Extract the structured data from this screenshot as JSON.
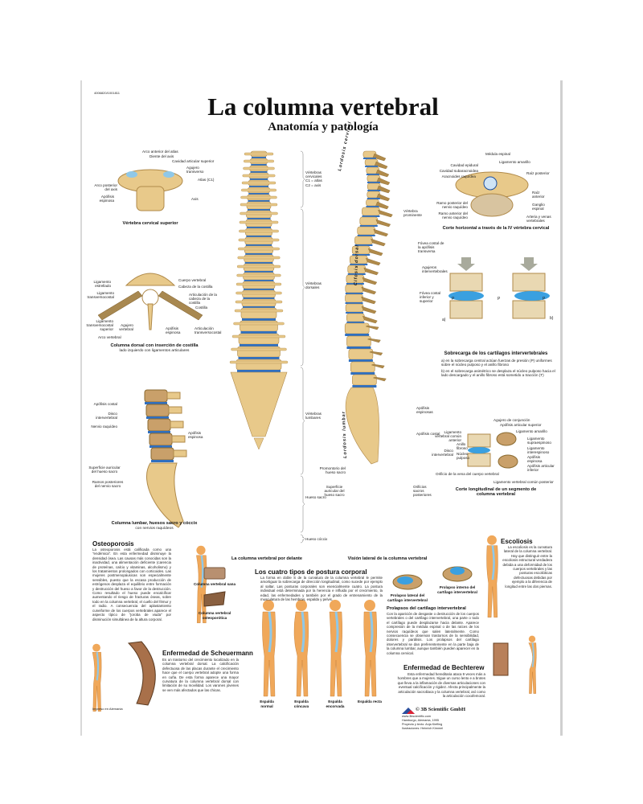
{
  "poster": {
    "code": "4006820/1001811",
    "title": "La columna vertebral",
    "subtitle": "Anatomía y patología",
    "printed": "Impreso en Alemania"
  },
  "cervical_superior": {
    "caption": "Vértebra cervical superior",
    "labels": [
      "Arco anterior del atlas",
      "Diente del axis",
      "Cavidad articular superior",
      "Agujero transverso",
      "Atlas (C1)",
      "Arco posterior del axis",
      "Apófisis espinosa",
      "Axis"
    ]
  },
  "dorsal": {
    "caption": "Columna dorsal con inserción de costilla",
    "subcaption": "lado izquierdo con ligamentos articulares",
    "labels": [
      "Ligamento estrellado",
      "Ligamento transversocostal",
      "Ligamento transversocostal superior",
      "Agujero vertebral",
      "Arco vertebral",
      "Cuerpo vertebral",
      "Cabeza de la costilla",
      "Articulación de la cabeza de la costilla",
      "Costilla",
      "Apófisis espinosa",
      "Articulación transversocostal"
    ]
  },
  "lumbar": {
    "caption": "Columna lumbar, huesos sacro y cóccix",
    "subcaption": "con nervios raquídeos",
    "labels": [
      "Apófisis costal",
      "Disco intervertebral",
      "Nervio raquídeo",
      "Apófisis espinosa",
      "Superficie auricular del hueso sacro",
      "Ramos posteriores del nervio sacro"
    ]
  },
  "front_view": {
    "caption": "La columna vertebral por delante",
    "regions": [
      "Vértebras cervicales C1 = atlas C2 = axis",
      "Vértebras dorsales",
      "Vértebras lumbares",
      "Hueso sacro",
      "Hueso cóccix"
    ]
  },
  "lateral_view": {
    "caption": "Visión lateral de la columna vertebral",
    "curves": [
      "Lordosis cervical",
      "Cifosis dorsal",
      "Lordosis lumbar"
    ],
    "labels": [
      "Vértebra prominente",
      "Fóvea costal de la apófisis transversa",
      "Agujeros intervertebrales",
      "Fóvea costal inferior y superior",
      "Apófisis espinosas",
      "Apófisis costal",
      "Promontorio del hueso sacro",
      "Superficie auricular del hueso sacro",
      "Orificios sacros posteriores"
    ]
  },
  "horizontal_section": {
    "caption": "Corte horizontal a través de la IV vértebra cervical",
    "labels": [
      "Médula espinal",
      "Ligamento amarillo",
      "Cavidad epidural",
      "Cavidad subaracnoidea",
      "Aracnoides raquídea",
      "Raíz posterior",
      "Raíz anterior",
      "Ganglio espinal",
      "Ramo posterior del nervio raquídeo",
      "Ramo anterior del nervio raquídeo",
      "Arteria y venas vertebrales"
    ]
  },
  "overload": {
    "caption": "Sobrecarga de los cartílagos intervertebrales",
    "text_a": "a) en la sobrecarga central actúan fuerzas de presión (P) uniformes sobre el núcleo pulposo y el anillo fibroso",
    "text_b": "b) en el sobrecarga asimétrico se desplaza el núcleo pulposo hacia el lado descargado y el anillo fibroso está sometido a tracción (T)",
    "marks": [
      "a)",
      "b)",
      "P",
      "P",
      "P"
    ]
  },
  "longitudinal": {
    "caption": "Corte longitudinal de un segmento de columna vertebral",
    "labels": [
      "Agujero de conjunción",
      "Apófisis articular superior",
      "Ligamento amarillo",
      "Ligamento vertebral común anterior",
      "Anillo fibroso",
      "Disco intervertebral",
      "Núcleo pulposo",
      "Ligamento supraespinoso",
      "Ligamento interespinoso",
      "Apófisis espinosa",
      "Apófisis articular inferior",
      "Orificio de la vena del cuerpo vertebral",
      "Ligamento vertebral común posterior"
    ]
  },
  "osteoporosis": {
    "title": "Osteoporosis",
    "text": "La osteoporosis está calificada como una \"endémica\". En esta enfermedad disminuye la densidad ósea. Las causas más conocidas son la inactividad, una alimentación deficiente (carencia de proteínas, calcio y vitaminas, alcoholismo) y los tratamientos prolongados con corticoides. Las mujeres postmenopáusicas son especialmente sensibles, puesto que la escasa producción de estrógenos desplaza el equilibrio entre formación y destrucción del hueso a favor de la destrucción. Como resultado el hueso puede encalcificar aumentando el riesgo de fracturas óseas, sobre todo en la columna vertebral, el cuello del fémur y el radio. A consecuencia del aplastamiento cuneiforme de los cuerpos vertebrales aparece el aspecto típico de \"joroba de viuda\" por disminución simultánea de la altura corporal.",
    "healthy": "Columna vertebral sana",
    "osteo": "Columna vertebral osteoporótica"
  },
  "scheuermann": {
    "title": "Enfermedad de Scheuermann",
    "text": "Es un trastorno del crecimiento localizado en la columna vertebral dorsal. La calcificación defectuosa de las placas durante el crecimiento hace que el cuerpo vertebral adopte una forma en cuña. De esta forma aparece una mayor curvatura de la columna vertebral dorsal con limitación de su movilidad. Los varones jóvenes se ven más afectados que las chicas."
  },
  "posture": {
    "title": "Los cuatro tipos de postura corporal",
    "text": "La forma en doble S de la curvatura de la columna vertebral le permite amortiguar la sobrecarga de dirección longitudinal, como sucede por ejemplo al saltar. Las posturas corporales son esencialmente cuatro. La postura individual está determinada por la herencia e influida por el crecimiento, la edad, las enfermedades y también por el grado de entrenamiento de la musculatura de las hembras, espalda y pelvis.",
    "types": [
      "Espalda normal",
      "Espalda cóncava",
      "Espalda encorvada",
      "Espalda recta"
    ]
  },
  "prolapse": {
    "lateral": "Prolapso lateral del cartílago intervertebral",
    "internal": "Prolapso interno del cartílago intervertebral",
    "title": "Prolapsos del cartílago intervertebral",
    "text": "Con la aparición de desgaste o destrucción de los cuerpos vertebrales o del cartílago intervertebral, una parte o todo el cartílago puede desplazarse hacia delante. Aparece compresión de la médula espinal o de las raíces de los nervios raquídeos que salen lateralmente. Como consecuencia se observan trastornos de la sensibilidad, dolores y parálisis. Los prolapsos del cartílago intervertebral se dan preferentemente en la parte baja de la columna lumbar, aunque también pueden aparecer en la columna cervical."
  },
  "scoliosis": {
    "title": "Escoliosis",
    "text": "La escoliosis es la curvatura lateral de la columna vertebral. Hay que distinguir entre la escoliosis estructural verdadera debida a una deformidad de los cuerpos vertebrales y las posturas escolióticas defectuosas debidas por ejemplo a la diferencia de longitud entre las dos piernas."
  },
  "bechterew": {
    "title": "Enfermedad de Bechterew",
    "text": "Esta enfermedad hereditaria ataca 9 veces más a hombres que a mujeres. Sigue un curso lento e a brotes que lleva a la inflamación de diversas articulaciones con eventual calcificación y rigidez. Afecta principalmente la articulación sacroiliaca y la columna vertebral, así como la articulación coxofemoral."
  },
  "publisher": {
    "name": "© 3B Scientific GmbH",
    "lines": [
      "www.3bscientific.com",
      "Hamburgo, Alemania, 1995",
      "Proyecto y texto: Anja Kiefling",
      "Ilustraciones: Heinrich Kimmel"
    ],
    "color": "#2a4f9e"
  },
  "colors": {
    "bone": "#e8c98a",
    "bone_dark": "#b08a4a",
    "disc": "#2f6fc0",
    "skin": "#f0a85a",
    "spine_blue": "#8fc8e8"
  }
}
